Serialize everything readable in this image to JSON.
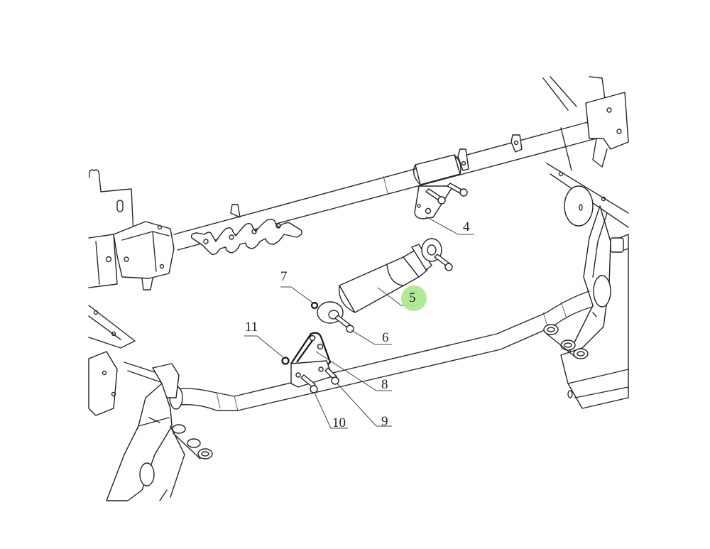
{
  "diagram": {
    "type": "exploded parts diagram",
    "subject": "cab rear suspension shock absorber / stabilizer bar assembly",
    "highlight_color": "#a8e88a",
    "highlighted_part": "5",
    "callouts": [
      {
        "id": "4",
        "label": "4"
      },
      {
        "id": "5",
        "label": "5"
      },
      {
        "id": "6",
        "label": "6"
      },
      {
        "id": "7",
        "label": "7"
      },
      {
        "id": "8",
        "label": "8"
      },
      {
        "id": "9",
        "label": "9"
      },
      {
        "id": "10",
        "label": "10"
      },
      {
        "id": "11",
        "label": "11"
      }
    ]
  }
}
